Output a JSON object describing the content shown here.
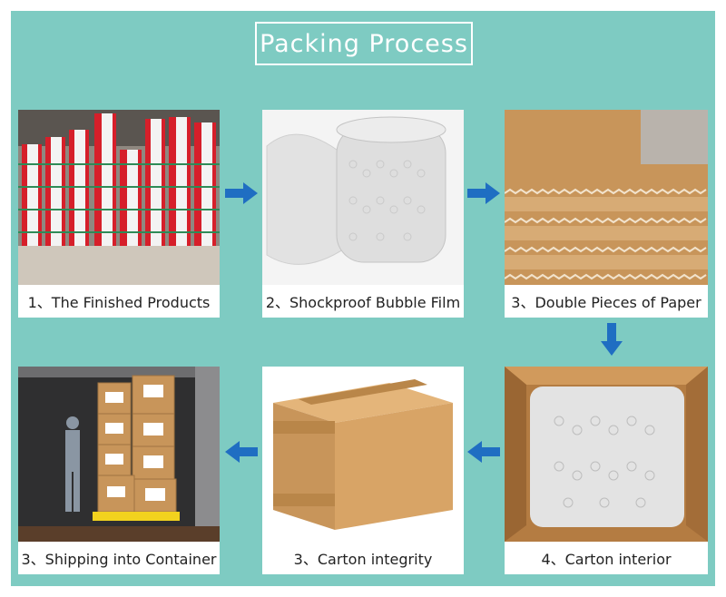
{
  "title": "Packing Process",
  "steps": [
    {
      "caption": "1、The Finished Products"
    },
    {
      "caption": "2、Shockproof Bubble Film"
    },
    {
      "caption": "3、Double Pieces of Paper"
    },
    {
      "caption": "4、Carton interior"
    },
    {
      "caption": "3、Carton integrity"
    },
    {
      "caption": "3、Shipping into Container"
    }
  ],
  "colors": {
    "background": "#7ecbc2",
    "arrow": "#1f6ec2",
    "kraft": "#c8955a"
  }
}
